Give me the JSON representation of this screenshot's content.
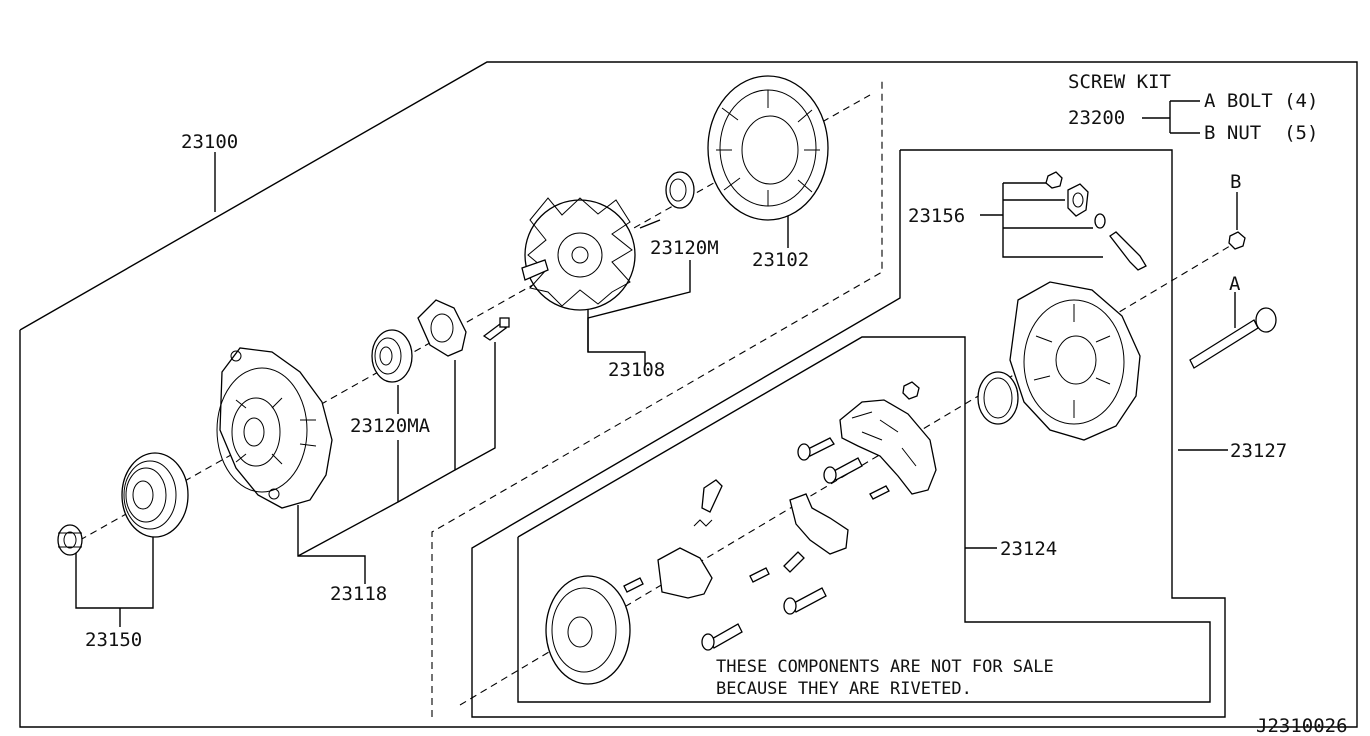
{
  "diagram_id": "J2310026",
  "screw_kit": {
    "title": "SCREW KIT",
    "part": "23200",
    "a_label": "A BOLT (4)",
    "b_label": "B NUT  (5)"
  },
  "markers": {
    "a": "A",
    "b": "B"
  },
  "parts": {
    "p23100": "23100",
    "p23102": "23102",
    "p23120m": "23120M",
    "p23108": "23108",
    "p23120ma": "23120MA",
    "p23118": "23118",
    "p23150": "23150",
    "p23156": "23156",
    "p23127": "23127",
    "p23124": "23124"
  },
  "note": {
    "line1": "THESE COMPONENTS ARE NOT FOR SALE",
    "line2": "BECAUSE THEY ARE RIVETED."
  }
}
